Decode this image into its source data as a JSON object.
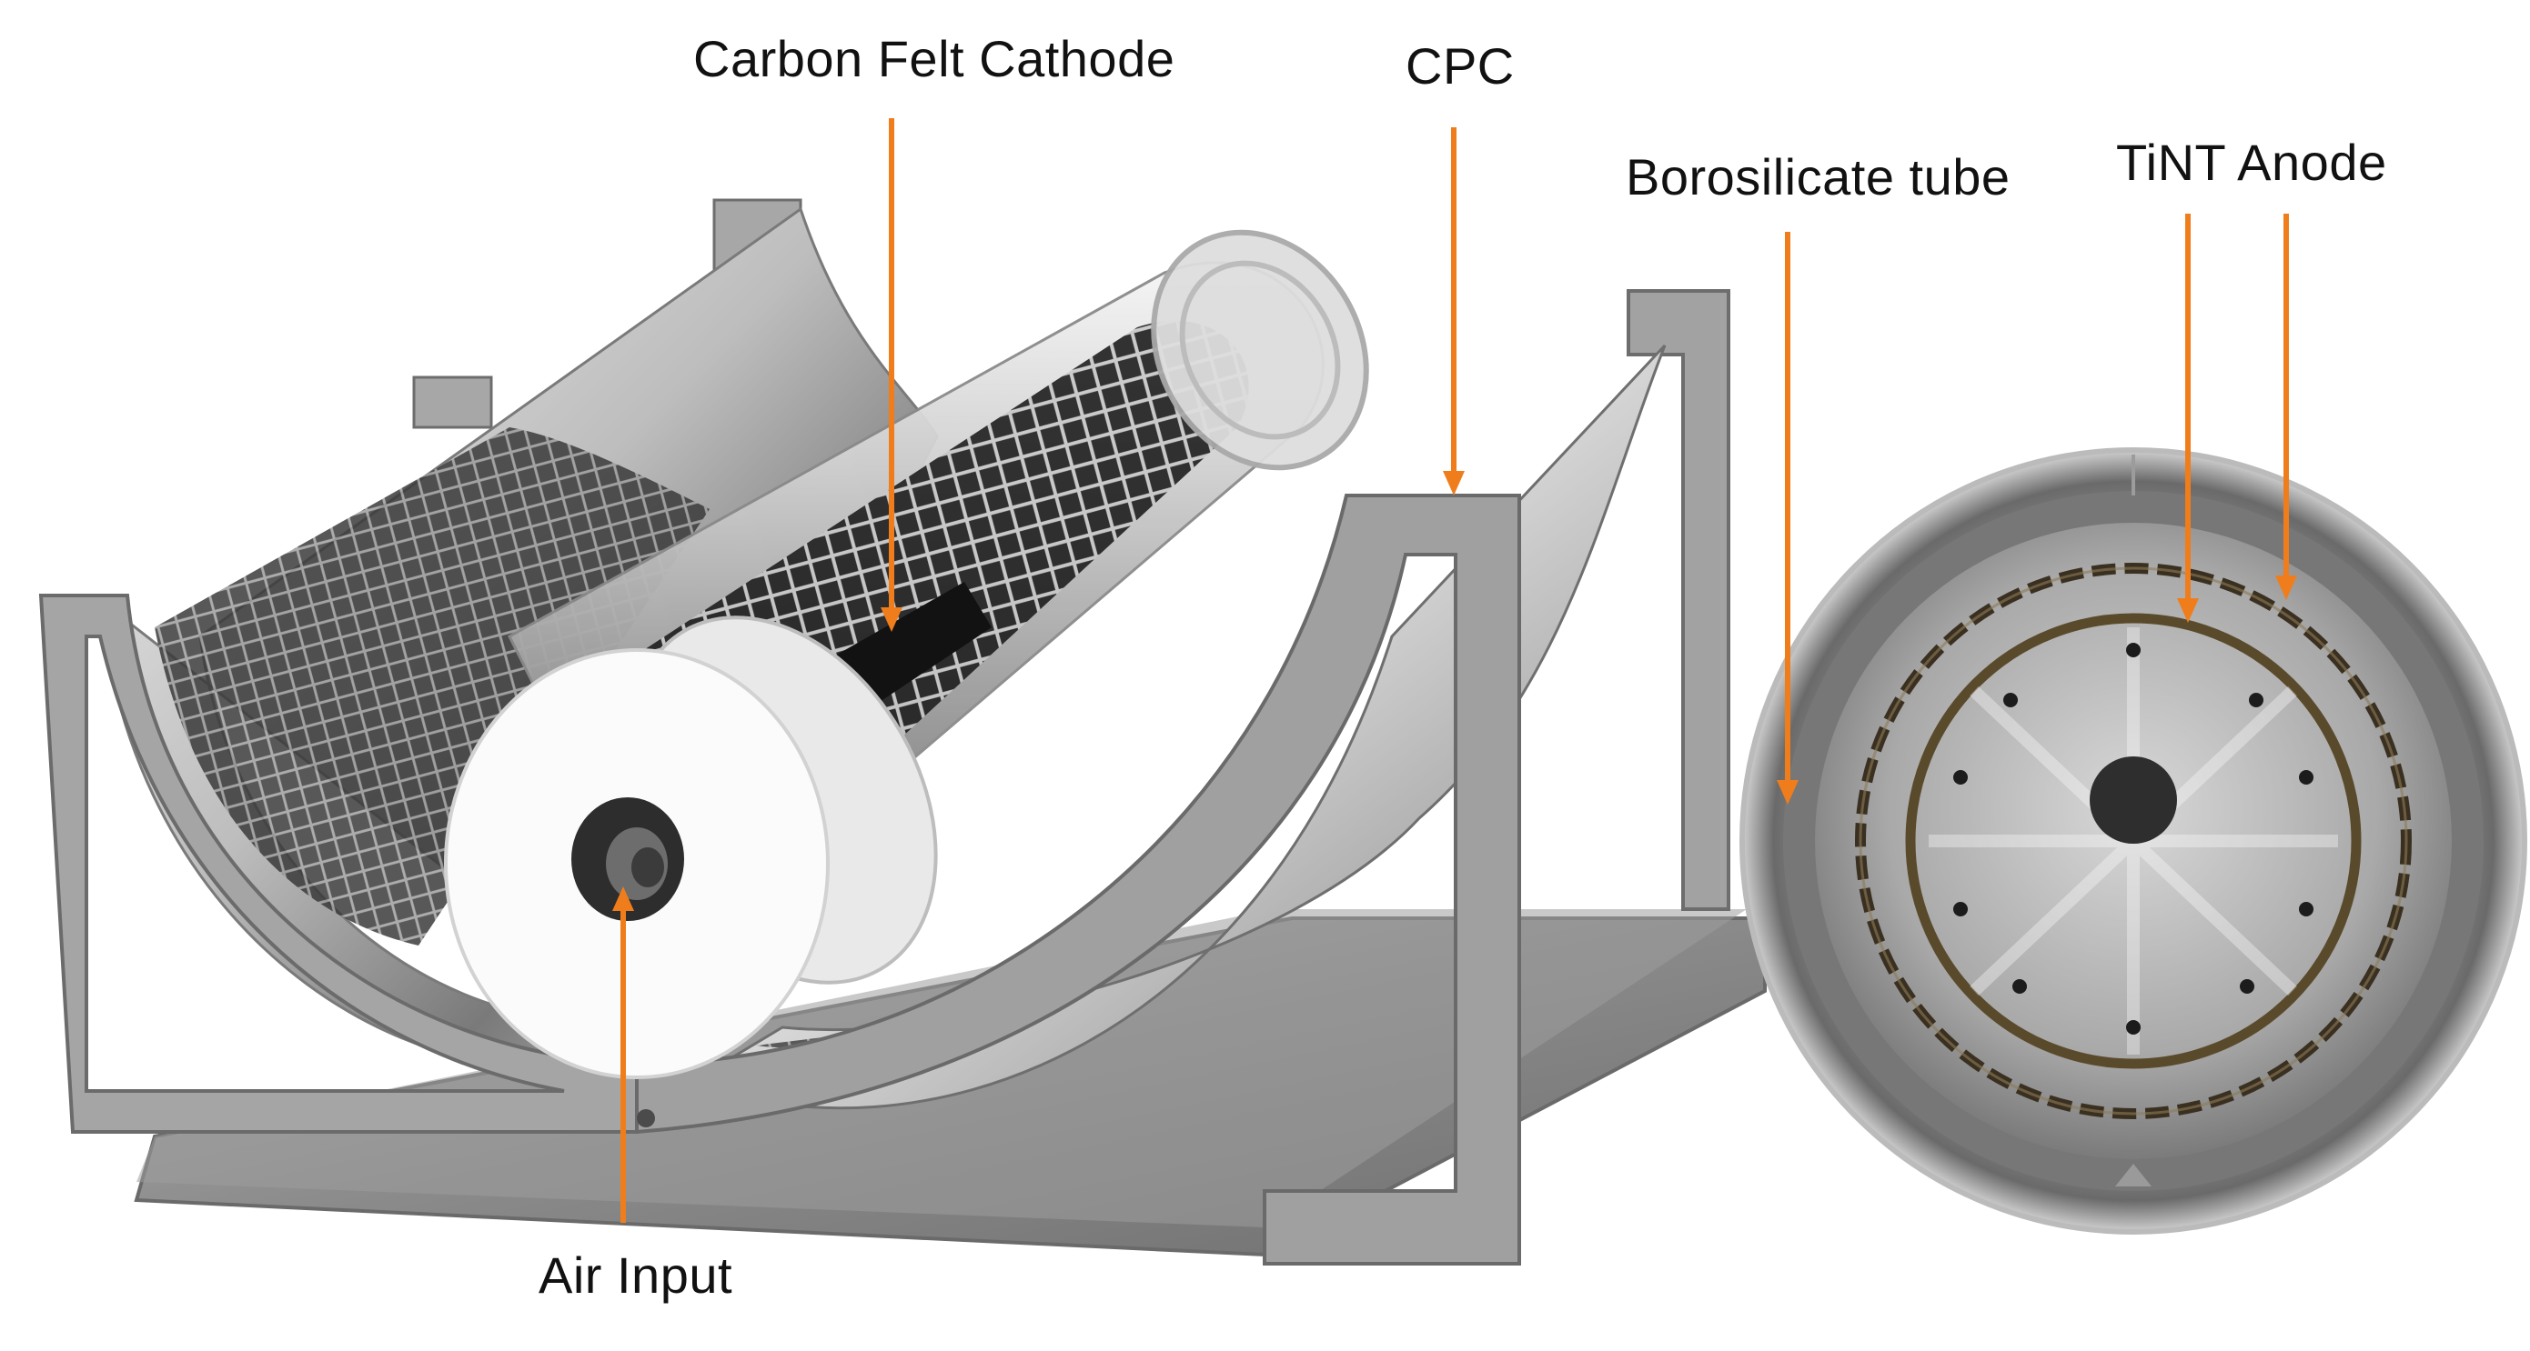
{
  "labels": {
    "carbon_felt_cathode": "Carbon Felt Cathode",
    "cpc": "CPC",
    "borosilicate_tube": "Borosilicate tube",
    "tint_anode": "TiNT Anode",
    "air_input": "Air Input"
  },
  "colors": {
    "leader_line": "#F07D1C",
    "frame": "#8d8d8d",
    "mirror": "#c9c9c9",
    "tube_glass": "#e6e6e6",
    "end_cap": "#fafafa",
    "cathode_mesh": "#2a2a2a",
    "anode_ring": "#5a4a2c",
    "label_text": "#111111"
  }
}
